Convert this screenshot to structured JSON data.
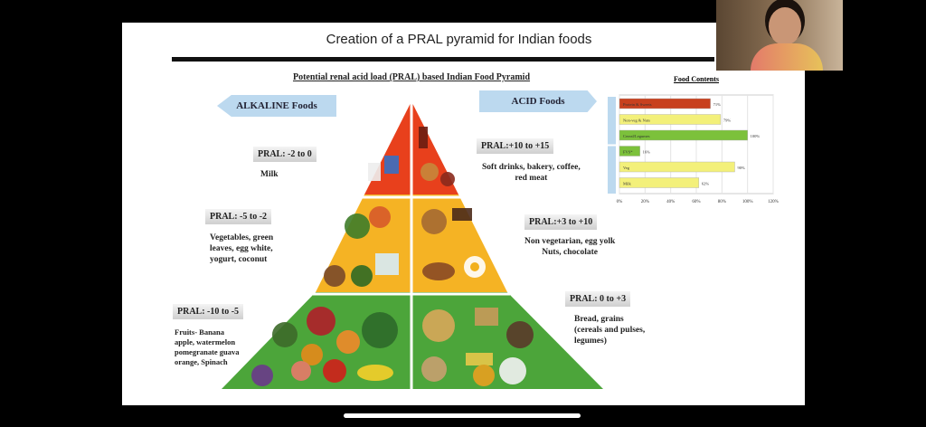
{
  "slide": {
    "title": "Creation of a PRAL pyramid for Indian foods",
    "subtitle": "Potential renal acid load (PRAL) based Indian Food Pyramid",
    "alkaline_label": "ALKALINE Foods",
    "acid_label": "ACID Foods",
    "alkaline": [
      {
        "range": "PRAL: -2 to 0",
        "foods": [
          "Milk"
        ]
      },
      {
        "range": "PRAL: -5 to -2",
        "foods": [
          "Vegetables, green",
          "leaves, egg white,",
          "yogurt, coconut"
        ]
      },
      {
        "range": "PRAL: -10 to -5",
        "foods": [
          "Fruits- Banana",
          "apple, watermelon",
          "pomegranate guava",
          "orange, Spinach"
        ]
      }
    ],
    "acid": [
      {
        "range": "PRAL:+10 to +15",
        "foods": [
          "Soft drinks, bakery, coffee,",
          "red meat"
        ]
      },
      {
        "range": "PRAL:+3 to +10",
        "foods": [
          "Non vegetarian, egg yolk",
          "Nuts, chocolate"
        ]
      },
      {
        "range": "PRAL: 0 to +3",
        "foods": [
          "Bread, grains",
          "(cereals and pulses,",
          "legumes)"
        ]
      }
    ],
    "tier_colors": [
      "#e8401c",
      "#f5b324",
      "#4ca53a"
    ]
  },
  "chart_data": {
    "type": "bar",
    "title": "Food Contents",
    "categories": [
      "Protein & Sweets",
      "Non-veg & Nuts",
      "Cereal/Legumes",
      "FVS*",
      "Veg",
      "Milk"
    ],
    "values": [
      71,
      79,
      100,
      16,
      90,
      62
    ],
    "value_labels": [
      "71%",
      "79%",
      "100%",
      "16%",
      "90%",
      "62%"
    ],
    "colors": [
      "#c8401e",
      "#f3f07a",
      "#7cc13b",
      "#7cc13b",
      "#f3f07a",
      "#f3f07a"
    ],
    "xticks": [
      "0%",
      "20%",
      "40%",
      "60%",
      "80%",
      "100%",
      "120%"
    ],
    "xlim": [
      0,
      120
    ],
    "groups": [
      "Acid Foods",
      "Alkaline Foods"
    ]
  }
}
